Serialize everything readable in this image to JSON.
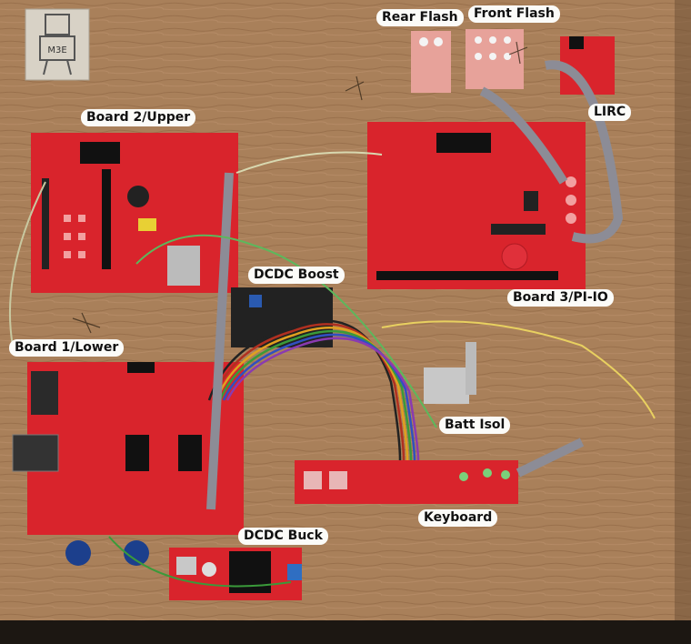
{
  "labels": {
    "rear_flash": "Rear Flash",
    "front_flash": "Front Flash",
    "lirc": "LIRC",
    "board2": "Board 2/Upper",
    "dcdc_boost": "DCDC Boost",
    "board3": "Board 3/PI-IO",
    "board1": "Board 1/Lower",
    "batt_isol": "Batt Isol",
    "keyboard": "Keyboard",
    "dcdc_buck": "DCDC Buck"
  },
  "logo_text": "M3E"
}
